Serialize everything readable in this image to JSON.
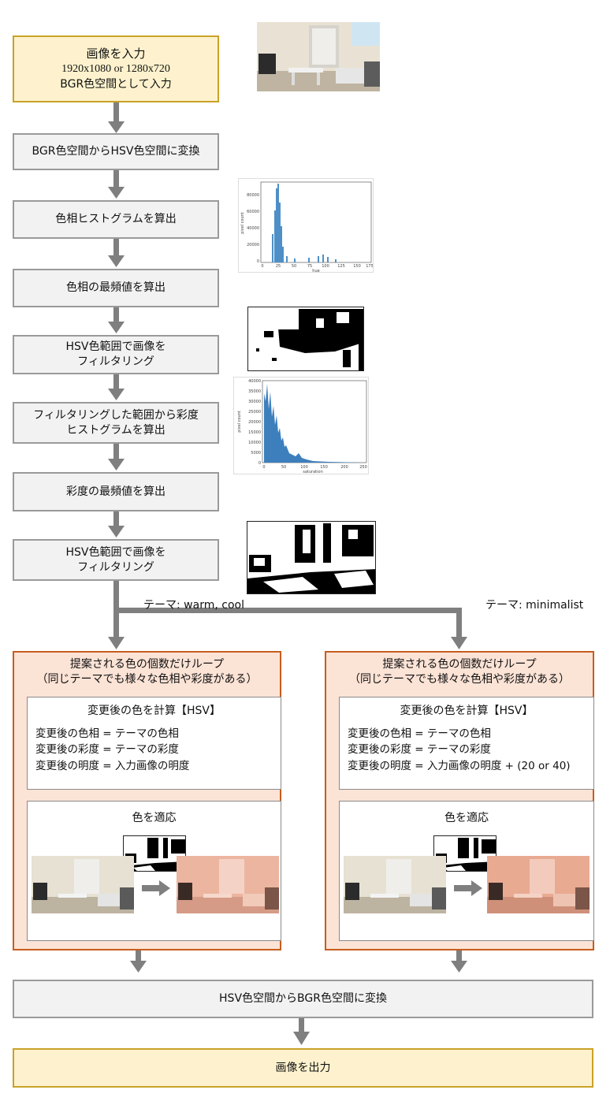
{
  "steps": {
    "input": {
      "title": "画像を入力",
      "line1": "1920x1080 or 1280x720",
      "line2": "BGR色空間として入力"
    },
    "bgr_to_hsv": "BGR色空間からHSV色空間に変換",
    "hue_hist": "色相ヒストグラムを算出",
    "hue_mode": "色相の最頻値を算出",
    "filter1": {
      "line1": "HSV色範囲で画像を",
      "line2": "フィルタリング"
    },
    "sat_hist": {
      "line1": "フィルタリングした範囲から彩度",
      "line2": "ヒストグラムを算出"
    },
    "sat_mode": "彩度の最頻値を算出",
    "filter2": {
      "line1": "HSV色範囲で画像を",
      "line2": "フィルタリング"
    },
    "hsv_to_bgr": "HSV色空間からBGR色空間に変換",
    "output": "画像を出力"
  },
  "branches": {
    "left_label": "テーマ: warm, cool",
    "right_label": "テーマ: minimalist"
  },
  "loop_left": {
    "title1": "提案される色の個数だけループ",
    "title2": "（同じテーマでも様々な色相や彩度がある）",
    "calc_title": "変更後の色を計算【HSV】",
    "calc_lines": [
      "変更後の色相 = テーマの色相",
      "変更後の彩度 = テーマの彩度",
      "変更後の明度 = 入力画像の明度"
    ],
    "apply_title": "色を適応"
  },
  "loop_right": {
    "title1": "提案される色の個数だけループ",
    "title2": "（同じテーマでも様々な色相や彩度がある）",
    "calc_title": "変更後の色を計算【HSV】",
    "calc_lines": [
      "変更後の色相 = テーマの色相",
      "変更後の彩度 = テーマの彩度",
      "変更後の明度 = 入力画像の明度 + (20 or 40)"
    ],
    "apply_title": "色を適応"
  },
  "hue_chart": {
    "ylabel": "pixel count",
    "xlabel": "hue",
    "yticks": [
      "80000",
      "60000",
      "40000",
      "20000",
      "0"
    ],
    "xticks": [
      "0",
      "25",
      "50",
      "75",
      "100",
      "125",
      "150",
      "175"
    ]
  },
  "sat_chart": {
    "ylabel": "pixel count",
    "xlabel": "saturation",
    "yticks": [
      "40000",
      "35000",
      "30000",
      "25000",
      "20000",
      "15000",
      "10000",
      "5000",
      "0"
    ],
    "xticks": [
      "0",
      "50",
      "100",
      "150",
      "200",
      "250"
    ]
  },
  "colors": {
    "step_fill": "#f2f2f2",
    "io_fill": "#fdf2cd",
    "loop_fill": "#fbe3d6",
    "loop_border": "#c65d1e",
    "arrow": "#7f7f7f",
    "bar": "#4f8fc7"
  }
}
